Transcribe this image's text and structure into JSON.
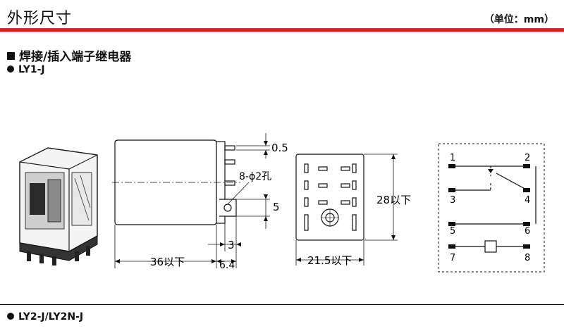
{
  "header": {
    "title": "外形尺寸",
    "unit": "（单位：mm）"
  },
  "section": {
    "title": "焊接/插入端子继电器"
  },
  "models": {
    "first": "LY1-J",
    "second": "LY2-J/LY2N-J"
  },
  "side_view": {
    "dim_top": "0.5",
    "dim_hole": "8-ϕ2孔",
    "dim_right": "5",
    "dim_bottom_small": "3",
    "dim_length": "36以下",
    "dim_length2": "6.4"
  },
  "front_view": {
    "dim_height": "28以下",
    "dim_width": "21.5以下"
  },
  "schematic": {
    "terminals": [
      "1",
      "2",
      "3",
      "4",
      "5",
      "6",
      "7",
      "8"
    ]
  },
  "colors": {
    "accent": "#d8212a",
    "ink": "#111111"
  }
}
